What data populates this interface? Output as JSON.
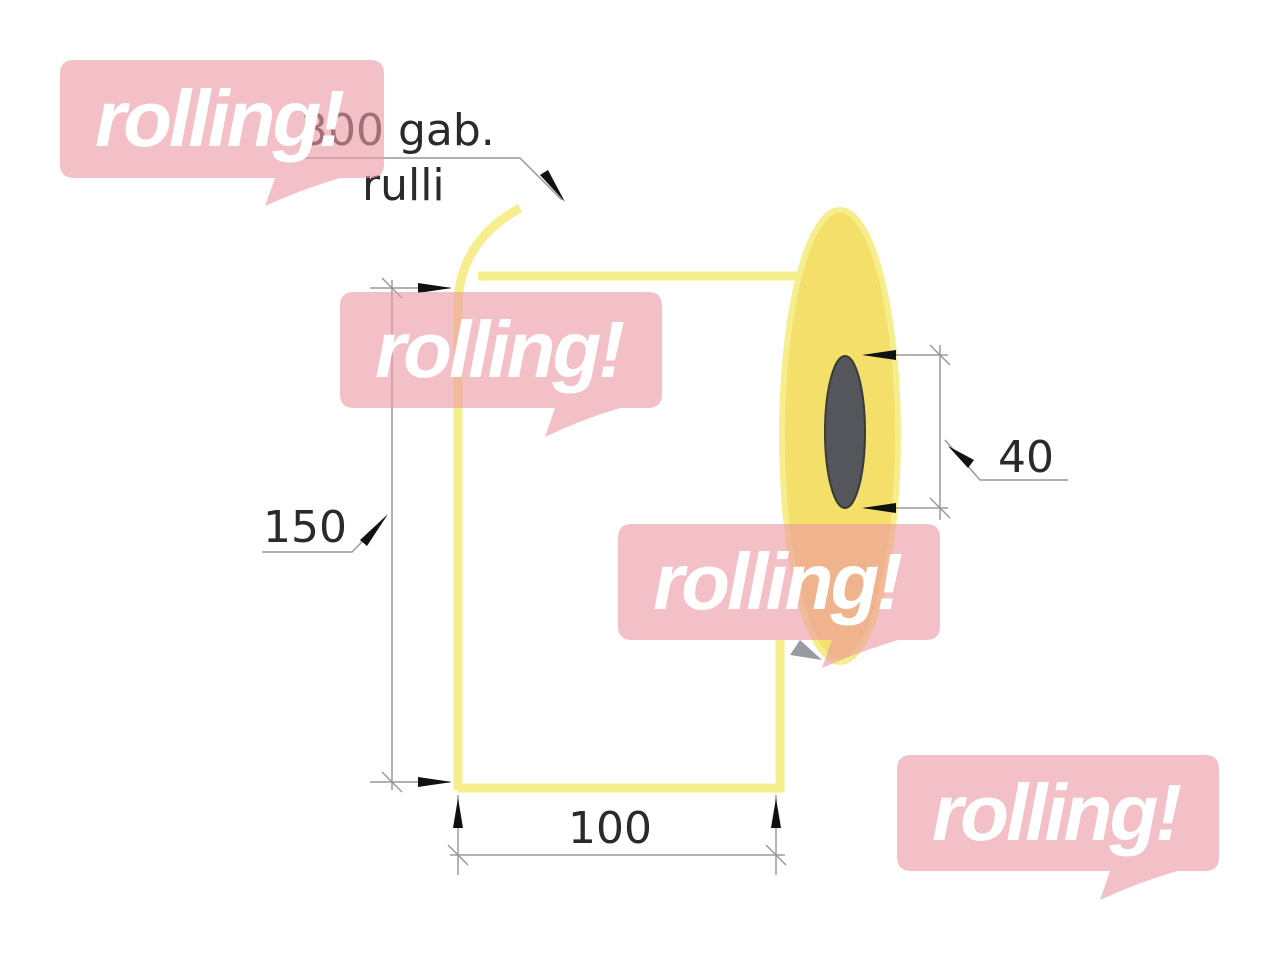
{
  "diagram": {
    "quantity_label_line1": "300 gab.",
    "quantity_label_line2": "rulli",
    "height_label": "150",
    "width_label": "100",
    "core_label": "40",
    "colors": {
      "label_roll": "#f3df6a",
      "label_edge": "#f6ee8c",
      "core": "#55565b",
      "dimension_line": "#9a9a9a"
    }
  },
  "watermarks": {
    "text": "rolling!",
    "color": "#ec9aa4",
    "count": 4
  }
}
